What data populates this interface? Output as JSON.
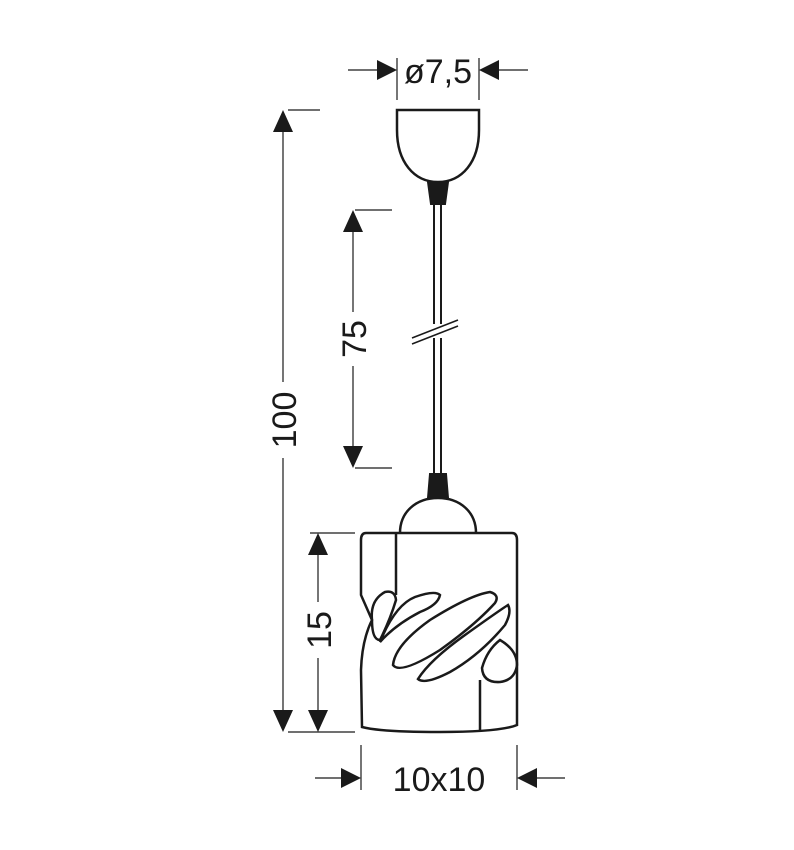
{
  "dimensions": {
    "canopy_diameter": "ø7,5",
    "total_height": "100",
    "cable_length": "75",
    "shade_height": "15",
    "shade_size": "10x10"
  },
  "colors": {
    "line": "#1a1a1a",
    "background": "#ffffff"
  }
}
